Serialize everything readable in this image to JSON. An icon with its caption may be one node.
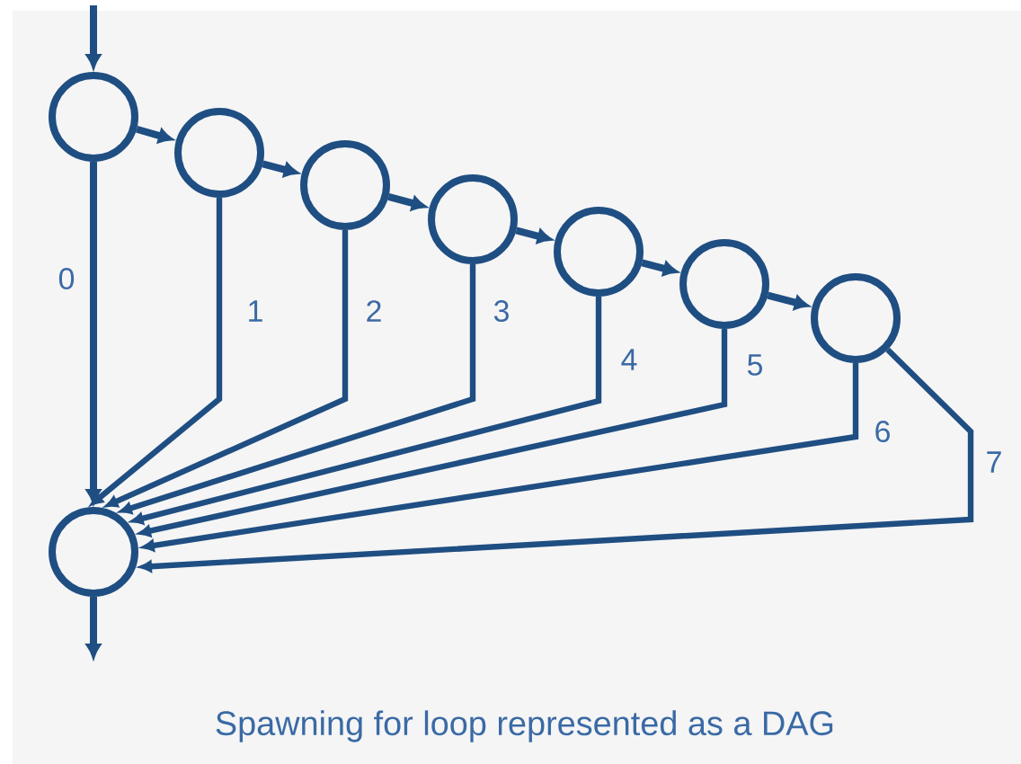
{
  "diagram": {
    "caption": "Spawning for loop represented as a DAG",
    "nodes": [
      {
        "text": [],
        "shape": "circle"
      },
      {
        "text": [],
        "shape": "circle"
      },
      {
        "text": [],
        "shape": "circle"
      },
      {
        "text": [],
        "shape": "circle"
      },
      {
        "text": [],
        "shape": "circle"
      },
      {
        "text": [],
        "shape": "circle"
      },
      {
        "text": [],
        "shape": "circle"
      },
      {
        "text": [],
        "shape": "circle"
      }
    ],
    "edges": [
      {
        "from": null,
        "to": 0,
        "arrow": "to"
      },
      {
        "from": 0,
        "to": 1,
        "arrow": "to"
      },
      {
        "from": 1,
        "to": 2,
        "arrow": "to"
      },
      {
        "from": 2,
        "to": 3,
        "arrow": "to"
      },
      {
        "from": 3,
        "to": 4,
        "arrow": "to"
      },
      {
        "from": 4,
        "to": 5,
        "arrow": "to"
      },
      {
        "from": 5,
        "to": 6,
        "arrow": "to"
      },
      {
        "from": 0,
        "to": 7,
        "arrow": "to",
        "label": "0"
      },
      {
        "from": 1,
        "to": 7,
        "arrow": "to",
        "label": "1"
      },
      {
        "from": 2,
        "to": 7,
        "arrow": "to",
        "label": "2"
      },
      {
        "from": 3,
        "to": 7,
        "arrow": "to",
        "label": "3"
      },
      {
        "from": 4,
        "to": 7,
        "arrow": "to",
        "label": "4"
      },
      {
        "from": 5,
        "to": 7,
        "arrow": "to",
        "label": "5"
      },
      {
        "from": 6,
        "to": 7,
        "arrow": "to",
        "label": "6"
      },
      {
        "from": 6,
        "to": 7,
        "arrow": "to",
        "label": "7"
      },
      {
        "from": 7,
        "to": null,
        "arrow": "to"
      }
    ]
  }
}
